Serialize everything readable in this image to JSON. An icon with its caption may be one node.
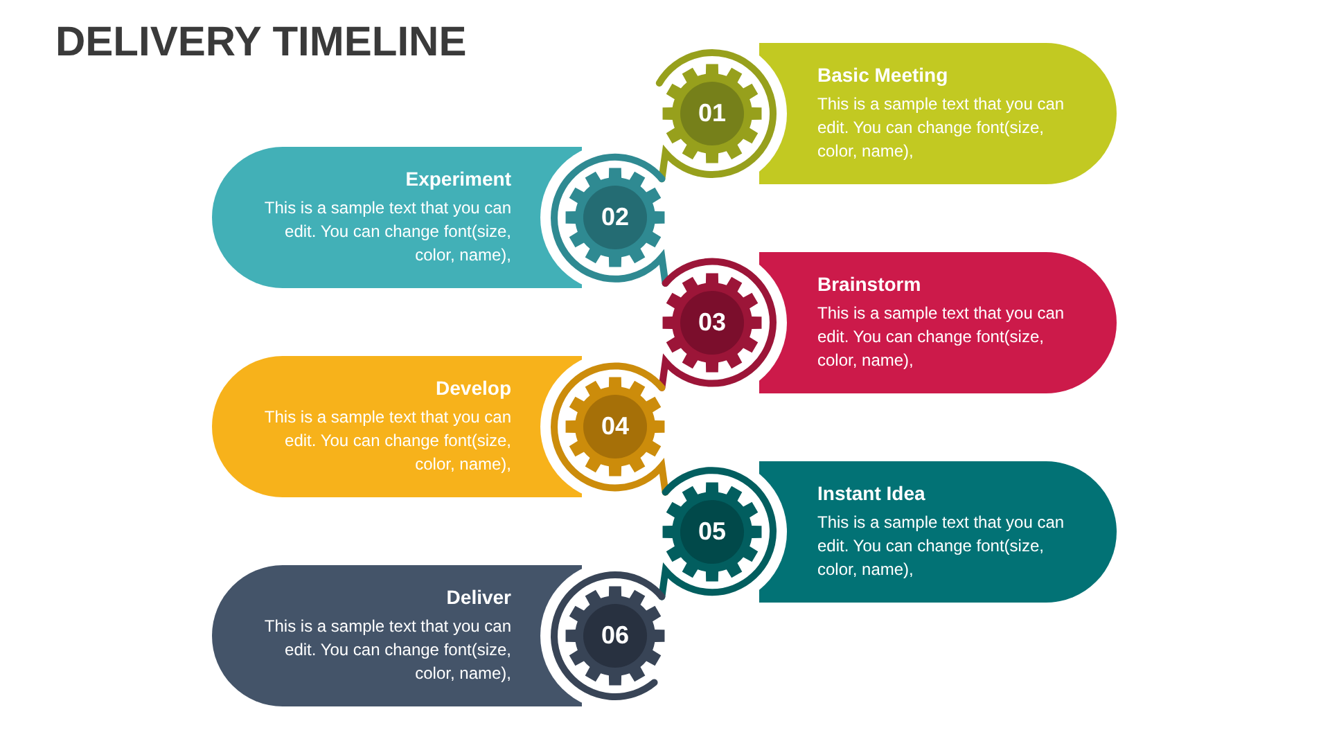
{
  "diagram": {
    "title": "DELIVERY TIMELINE",
    "nodes": [
      {
        "text": [
          "01"
        ]
      },
      {
        "text": [
          "Basic Meeting",
          "This is a sample text that you can edit. You can change font(size, color, name),"
        ]
      },
      {
        "text": [
          "Experiment",
          "This is a sample text that you can edit. You can change font(size, color, name),"
        ]
      },
      {
        "text": [
          "02"
        ]
      },
      {
        "text": [
          "03"
        ]
      },
      {
        "text": [
          "Brainstorm",
          "This is a sample text that you can edit. You can change font(size, color, name),"
        ]
      },
      {
        "text": [
          "Develop",
          "This is a sample text that you can edit. You can change font(size, color, name),"
        ]
      },
      {
        "text": [
          "04"
        ]
      },
      {
        "text": [
          "05"
        ]
      },
      {
        "text": [
          "Instant Idea",
          "This is a sample text that you can edit. You can change font(size, color, name),"
        ]
      },
      {
        "text": [
          "Deliver",
          "This is a sample text that you can edit. You can change font(size, color, name),"
        ]
      },
      {
        "text": [
          "06"
        ]
      }
    ]
  }
}
